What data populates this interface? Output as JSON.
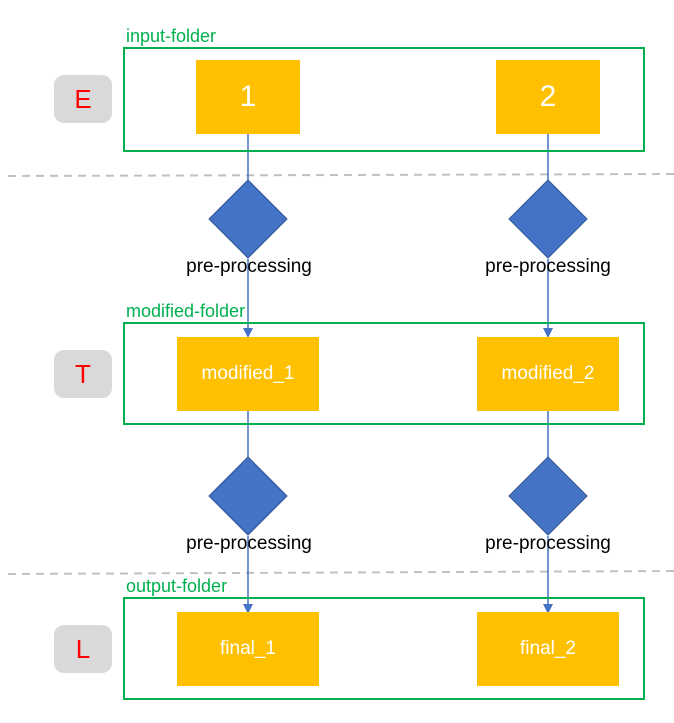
{
  "stages": [
    {
      "badge": "E",
      "folder_label": "input-folder",
      "nodes": [
        "1",
        "2"
      ]
    },
    {
      "badge": "T",
      "folder_label": "modified-folder",
      "nodes": [
        "modified_1",
        "modified_2"
      ]
    },
    {
      "badge": "L",
      "folder_label": "output-folder",
      "nodes": [
        "final_1",
        "final_2"
      ]
    }
  ],
  "transitions": [
    [
      "pre-processing",
      "pre-processing"
    ],
    [
      "pre-processing",
      "pre-processing"
    ]
  ],
  "colors": {
    "folder_border": "#00b050",
    "node_fill": "#ffc000",
    "diamond_fill": "#4472c4",
    "badge_fill": "#d9d9d9",
    "badge_text": "#ff0000",
    "separator": "#c0c0c0"
  }
}
